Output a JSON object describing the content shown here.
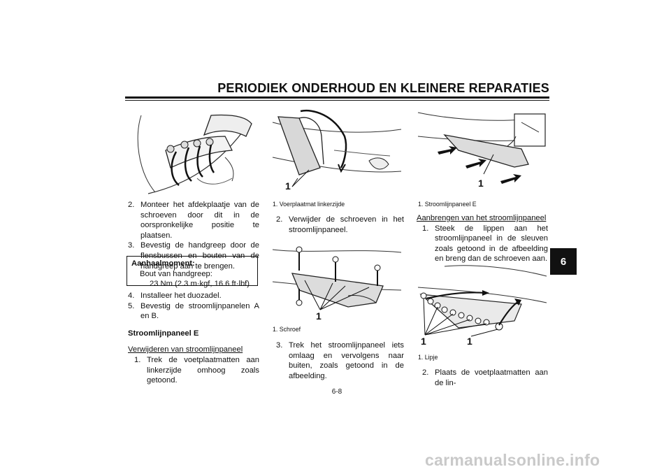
{
  "header": {
    "title": "PERIODIEK ONDERHOUD EN KLEINERE REPARATIES",
    "chapter_tab": "6"
  },
  "col1": {
    "step2_num": "2.",
    "step2_text": "Monteer het afdekplaatje van de schroeven door dit in de oorspronkelijke positie te plaatsen.",
    "step3_num": "3.",
    "step3_text": "Bevestig de handgreep door de flensbussen en bouten van de handgreep aan te brengen.",
    "spec_title": "Aanhaalmoment:",
    "spec_line1": "Bout van handgreep:",
    "spec_line2": "23 Nm (2.3 m·kgf, 16.6 ft·lbf)",
    "step4_num": "4.",
    "step4_text": "Installeer het duozadel.",
    "step5_num": "5.",
    "step5_text": "Bevestig de stroomlijnpanelen A en B.",
    "section_heading": "Stroomlijnpaneel E",
    "subheading": "Verwijderen van stroomlijnpaneel",
    "step1_num": "1.",
    "step1_text": "Trek de voetplaatmatten aan linkerzijde omhoog zoals getoond."
  },
  "col2": {
    "fig1_callout": "1",
    "fig1_caption": "1. Voerplaatmat linkerzijde",
    "step2_num": "2.",
    "step2_text": "Verwijder de schroeven in het stroomlijnpaneel.",
    "fig2_callout": "1",
    "fig2_caption": "1. Schroef",
    "step3_num": "3.",
    "step3_text": "Trek het stroomlijnpaneel iets omlaag en vervolgens naar buiten, zoals getoond in de afbeelding."
  },
  "col3": {
    "fig1_callout": "1",
    "fig1_caption": "1. Stroomlijnpaneel E",
    "subheading": "Aanbrengen van het stroomlijnpaneel",
    "step1_num": "1.",
    "step1_text": "Steek de lippen aan het stroomlijnpaneel in de sleuven zoals getoond in de afbeelding en breng dan de schroeven aan.",
    "fig2_callout_a": "1",
    "fig2_callout_b": "1",
    "fig2_caption": "1. Lipje",
    "step2_num": "2.",
    "step2_text": "Plaats de voetplaatmatten aan de lin-"
  },
  "footer": {
    "page_number": "6-8",
    "watermark": "carmanualsonline.info"
  }
}
